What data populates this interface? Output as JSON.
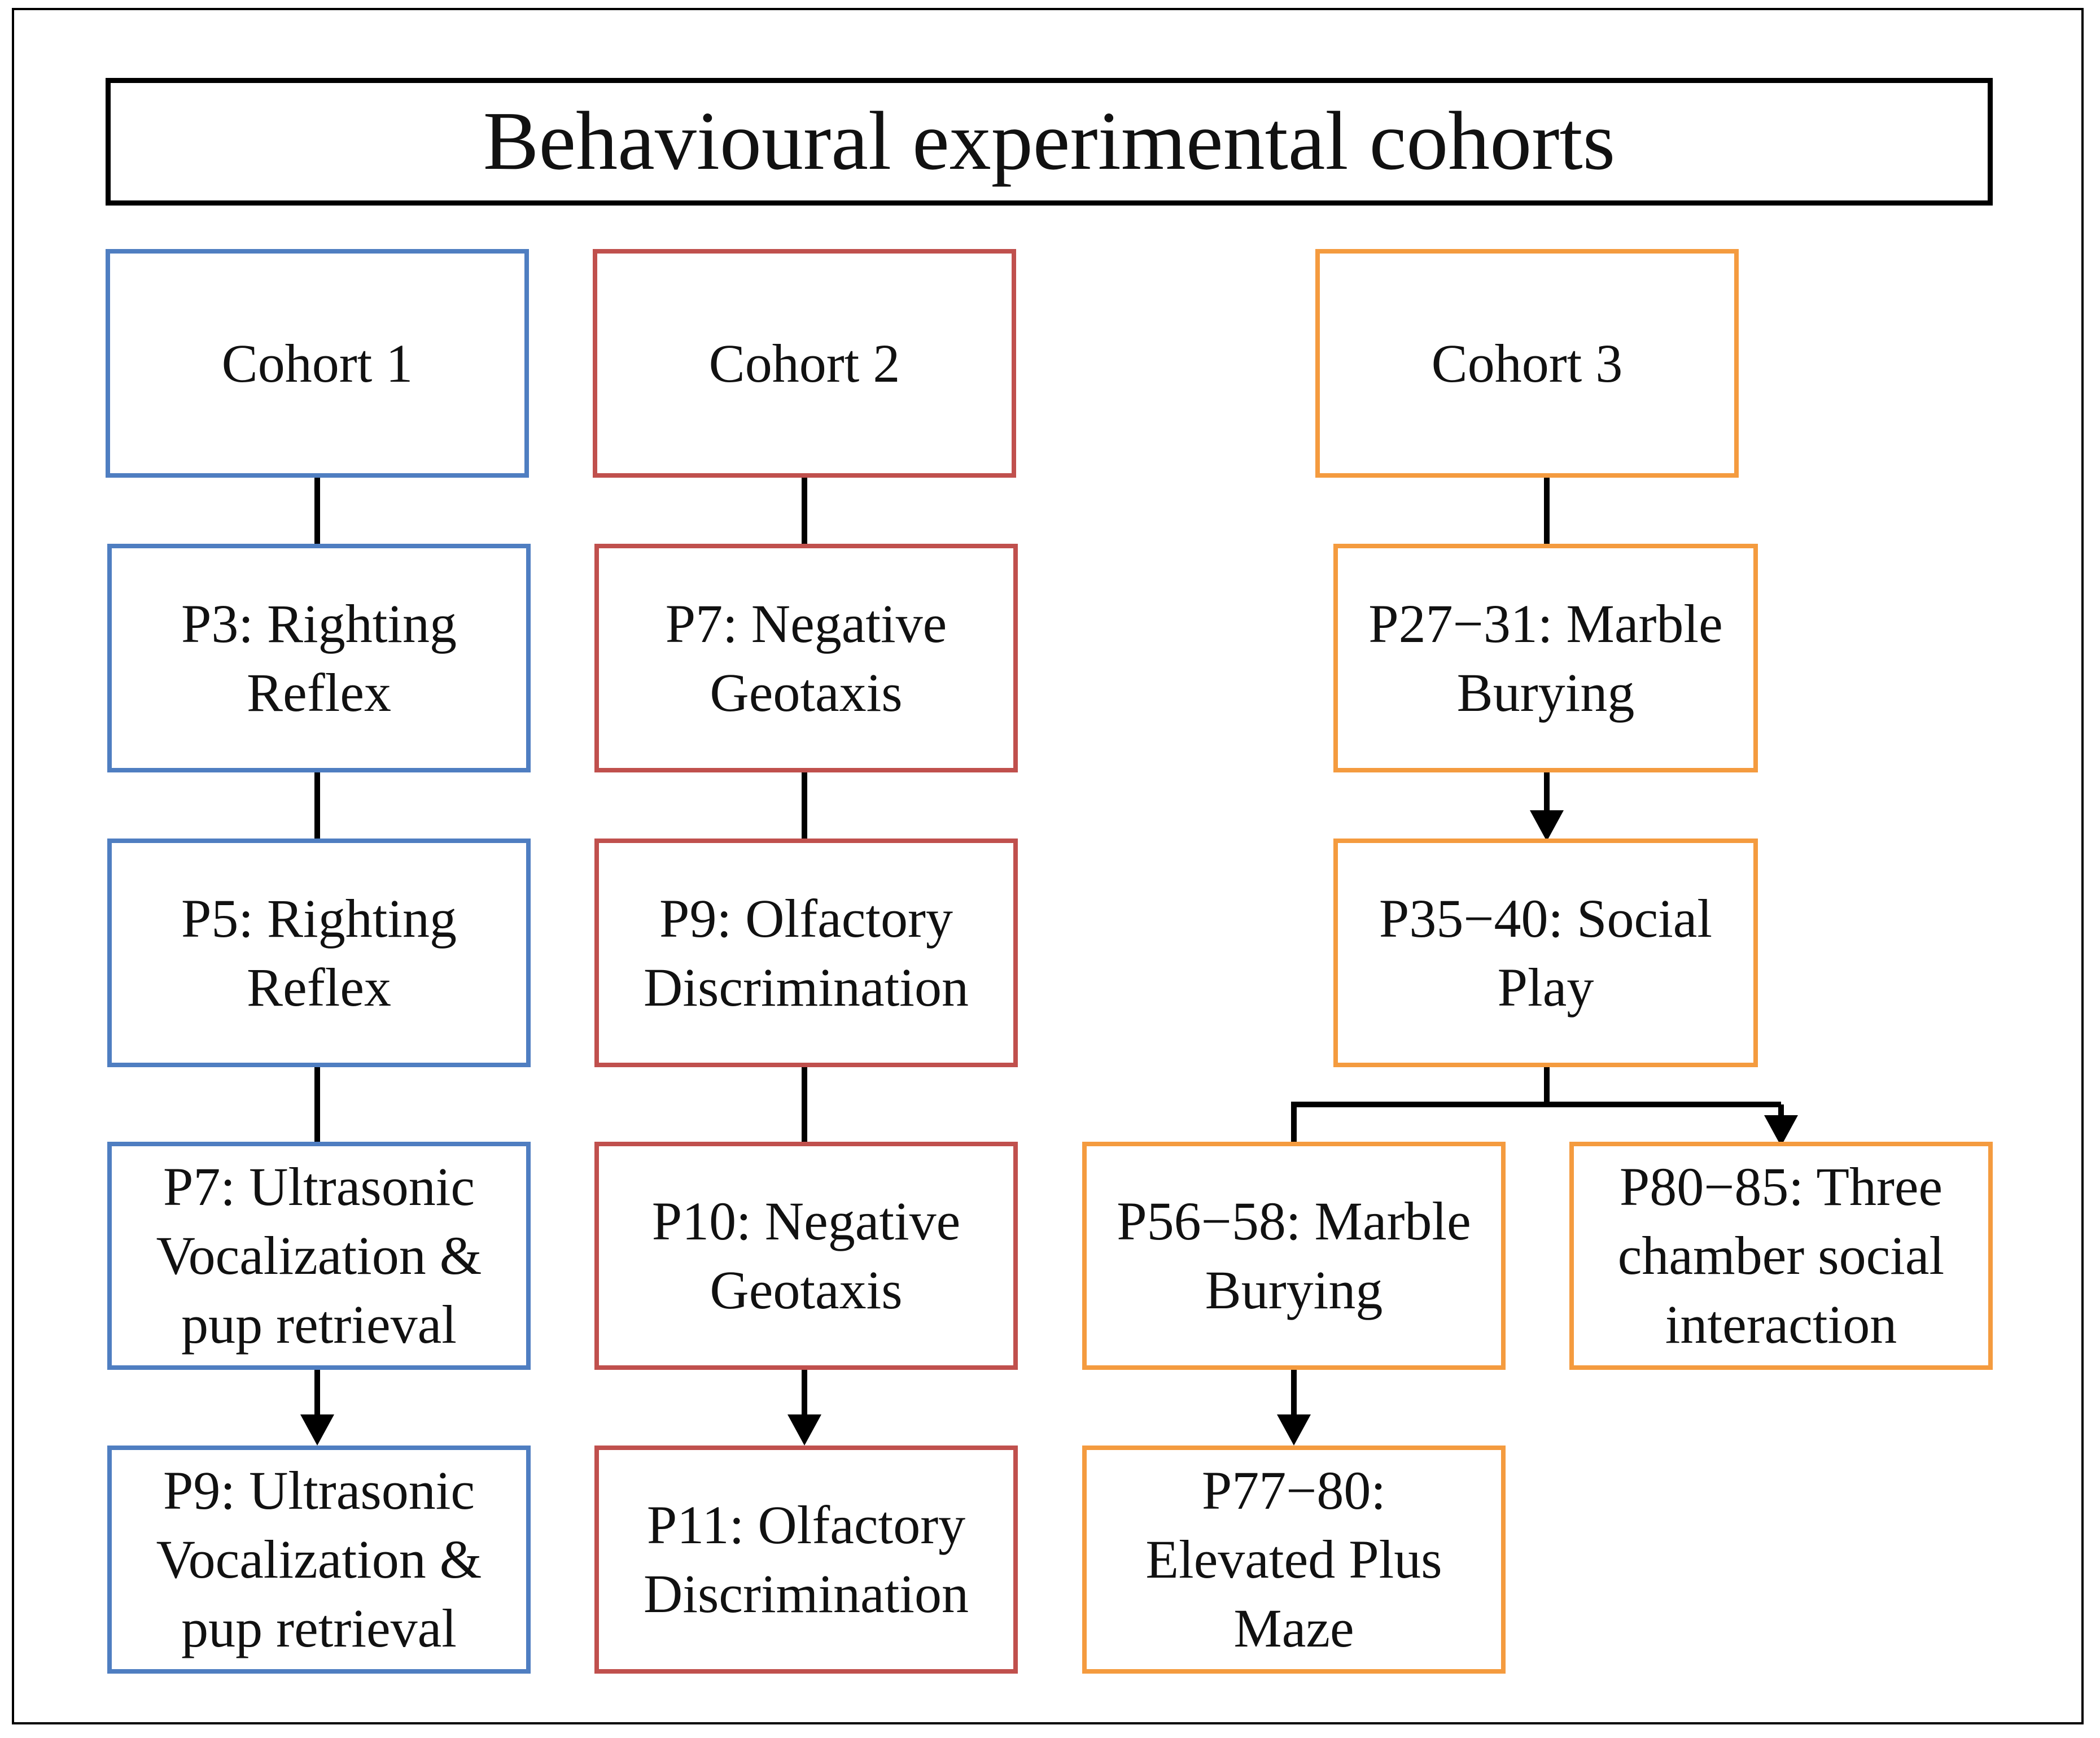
{
  "title": "Behavioural experimental cohorts",
  "colors": {
    "cohort1": "#4f7ec1",
    "cohort2": "#c0504d",
    "cohort3": "#f49b3f",
    "connector": "#000000"
  },
  "cohort1": {
    "header": "Cohort 1",
    "steps": [
      "P3: Righting\nReflex",
      "P5: Righting\nReflex",
      "P7: Ultrasonic\nVocalization &\npup retrieval",
      "P9: Ultrasonic\nVocalization &\npup retrieval"
    ]
  },
  "cohort2": {
    "header": "Cohort 2",
    "steps": [
      "P7: Negative\nGeotaxis",
      "P9: Olfactory\nDiscrimination",
      "P10: Negative\nGeotaxis",
      "P11: Olfactory\nDiscrimination"
    ]
  },
  "cohort3": {
    "header": "Cohort 3",
    "steps": [
      "P27−31: Marble\nBurying",
      "P35−40: Social\nPlay",
      "P56−58: Marble\nBurying",
      "P80−85: Three\nchamber social\ninteraction",
      "P77−80:\nElevated Plus\nMaze"
    ]
  }
}
